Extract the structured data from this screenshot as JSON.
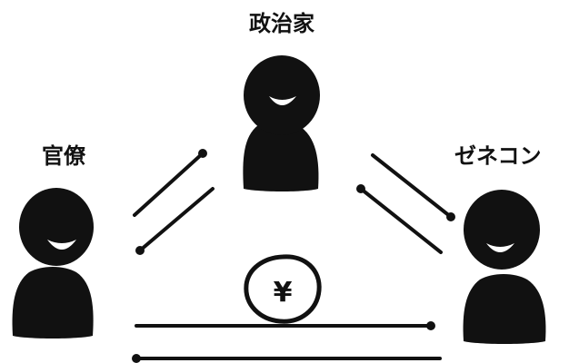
{
  "actors": {
    "politician": {
      "label": "政治家"
    },
    "bureaucrat": {
      "label": "官僚"
    },
    "contractor": {
      "label": "ゼネコン"
    }
  },
  "money": {
    "symbol": "¥"
  },
  "colors": {
    "ink": "#111111",
    "background": "#ffffff"
  },
  "icons": [
    "person-icon",
    "yen-coin-icon"
  ]
}
